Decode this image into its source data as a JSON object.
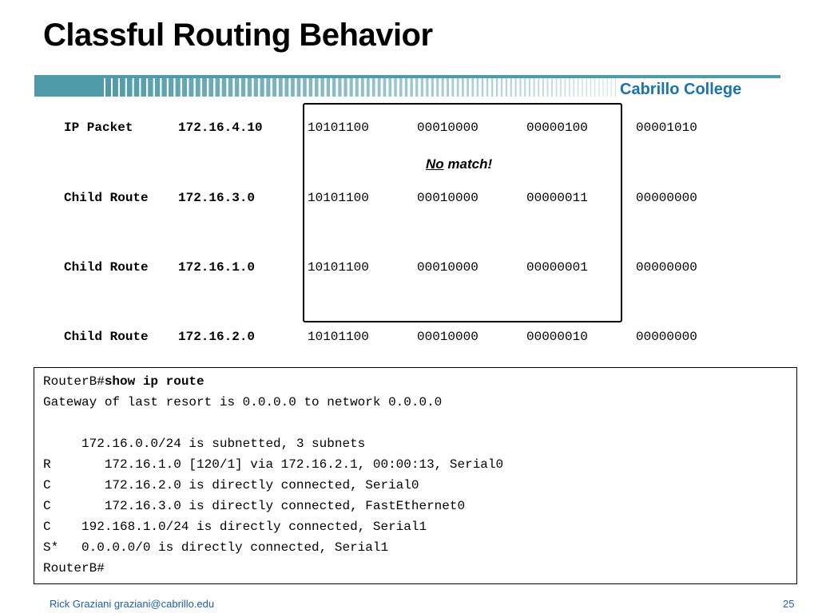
{
  "slide": {
    "title": "Classful Routing Behavior",
    "brand": "Cabrillo College",
    "accent_color": "#4f9aa8",
    "brand_color": "#1a73b0"
  },
  "rows": [
    {
      "label": "IP Packet",
      "ip": "172.16.4.10",
      "bits": [
        "10101100",
        "00010000",
        "00000100",
        "00001010"
      ]
    },
    {
      "label": "Child Route",
      "ip": "172.16.3.0",
      "bits": [
        "10101100",
        "00010000",
        "00000011",
        "00000000"
      ]
    },
    {
      "label": "Child Route",
      "ip": "172.16.1.0",
      "bits": [
        "10101100",
        "00010000",
        "00000001",
        "00000000"
      ]
    },
    {
      "label": "Child Route",
      "ip": "172.16.2.0",
      "bits": [
        "10101100",
        "00010000",
        "00000010",
        "00000000"
      ]
    }
  ],
  "annotation": {
    "no": "No",
    "rest": " match!"
  },
  "console": {
    "prompt": "RouterB#",
    "command": "show ip route",
    "lines": [
      "Gateway of last resort is 0.0.0.0 to network 0.0.0.0",
      "",
      "     172.16.0.0/24 is subnetted, 3 subnets",
      "R       172.16.1.0 [120/1] via 172.16.2.1, 00:00:13, Serial0",
      "C       172.16.2.0 is directly connected, Serial0",
      "C       172.16.3.0 is directly connected, FastEthernet0",
      "C    192.168.1.0/24 is directly connected, Serial1",
      "S*   0.0.0.0/0 is directly connected, Serial1",
      "RouterB#"
    ]
  },
  "footer": {
    "author": "Rick Graziani  graziani@cabrillo.edu",
    "page": "25"
  }
}
